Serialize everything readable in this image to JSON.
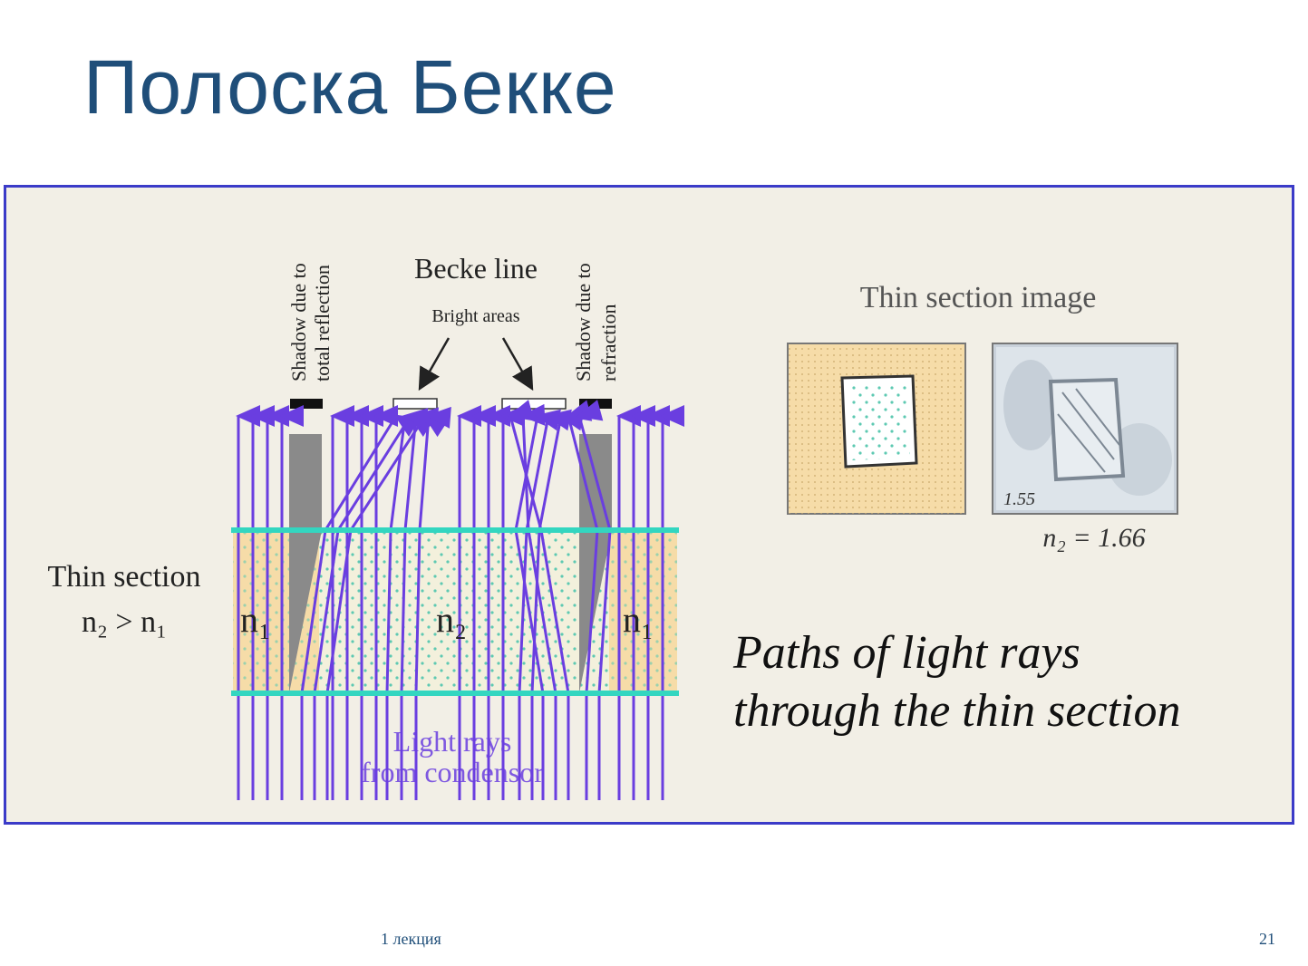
{
  "slide": {
    "title": "Полоска Бекке",
    "footer_label": "1 лекция",
    "page_number": "21"
  },
  "figure": {
    "labels": {
      "shadow_total_line1": "Shadow due to",
      "shadow_total_line2": "total reflection",
      "becke_line": "Becke line",
      "bright_areas": "Bright areas",
      "shadow_refraction_line1": "Shadow due to",
      "shadow_refraction_line2": "refraction",
      "thin_section": "Thin section",
      "n2_gt_n1": "n₂ > n₁",
      "n1_left": "n₁",
      "n2_center": "n₂",
      "n1_right": "n₁",
      "light_rays_line1": "Light rays",
      "light_rays_line2": "from condensor",
      "thin_section_image": "Thin section image",
      "n1_value": "1.55",
      "n2_value": "n₂ = 1.66",
      "paths_line1": "Paths of light rays",
      "paths_line2": "through the thin section"
    },
    "colors": {
      "ray": "#6a3ee0",
      "band": "#33d6c0",
      "material": "#f6dca8",
      "shadow": "#8a8a8a",
      "frame": "#3b3bc8",
      "background": "#f2efe6"
    }
  }
}
